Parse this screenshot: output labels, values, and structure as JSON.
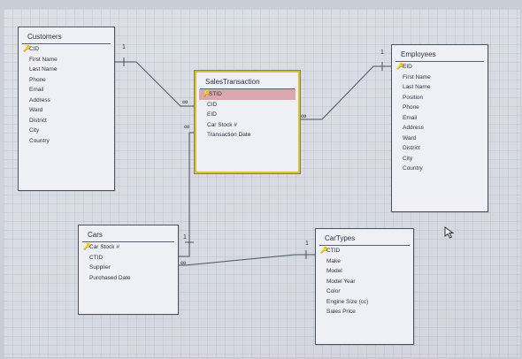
{
  "diagram": {
    "entities": {
      "customers": {
        "title": "Customers",
        "fields": [
          "CID",
          "First Name",
          "Last Name",
          "Phone",
          "Email",
          "Address",
          "Ward",
          "District",
          "City",
          "Country"
        ],
        "pk": "CID"
      },
      "sales_transaction": {
        "title": "SalesTransaction",
        "fields": [
          "STID",
          "CID",
          "EID",
          "Car Stock #",
          "Transaction Date"
        ],
        "pk": "STID"
      },
      "employees": {
        "title": "Employees",
        "fields": [
          "EID",
          "First Name",
          "Last Name",
          "Position",
          "Phone",
          "Email",
          "Address",
          "Ward",
          "District",
          "City",
          "Country"
        ],
        "pk": "EID"
      },
      "cars": {
        "title": "Cars",
        "fields": [
          "Car Stock #",
          "CTID",
          "Supplier",
          "Purchased Date"
        ],
        "pk": "Car Stock #"
      },
      "cartypes": {
        "title": "CarTypes",
        "fields": [
          "CTID",
          "Make",
          "Model",
          "Model Year",
          "Color",
          "Engine Size (cc)",
          "Sales Price"
        ],
        "pk": "CTID"
      }
    },
    "cardinality": {
      "one": "1",
      "many": "∞"
    },
    "icons": {
      "key": "key-icon",
      "cursor": "mouse-cursor-icon"
    },
    "colors": {
      "selected_border": "#d6c23a",
      "highlight_row": "#d9a8ad"
    }
  }
}
